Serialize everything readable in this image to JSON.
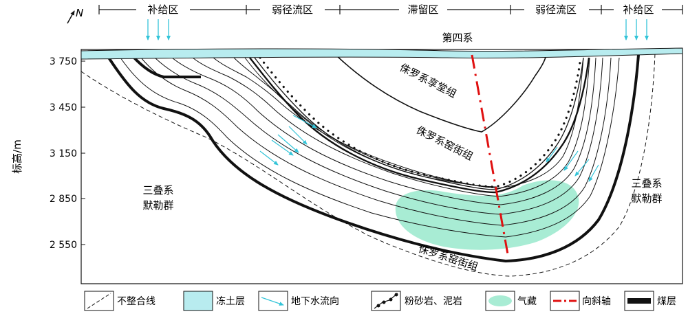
{
  "north_label": "N",
  "zones": [
    {
      "label": "补给区"
    },
    {
      "label": "弱径流区"
    },
    {
      "label": "滞留区"
    },
    {
      "label": "弱径流区"
    },
    {
      "label": "补给区"
    }
  ],
  "axis": {
    "ylabel": "标高/m",
    "ticks": [
      "3 750",
      "3 450",
      "3 150",
      "2 850",
      "2 550"
    ]
  },
  "labels": {
    "quaternary": "第四系",
    "xiangtang": "侏罗系享堂组",
    "yaojie_upper": "侏罗系窑街组",
    "yaojie_lower": "侏罗系窑街组",
    "triassic_left_line1": "三叠系",
    "triassic_left_line2": "默勒群",
    "triassic_right_line1": "三叠系",
    "triassic_right_line2": "默勒群"
  },
  "legend": [
    {
      "text": "不整合线"
    },
    {
      "text": "冻土层"
    },
    {
      "text": "地下水流向"
    },
    {
      "text": "粉砂岩、泥岩"
    },
    {
      "text": "气藏"
    },
    {
      "text": "向斜轴"
    },
    {
      "text": "煤层"
    }
  ],
  "colors": {
    "permafrost": "#b8ecef",
    "gas": "#a8ecd4",
    "axis_red": "#e01010",
    "arrow": "#33c4d8"
  }
}
